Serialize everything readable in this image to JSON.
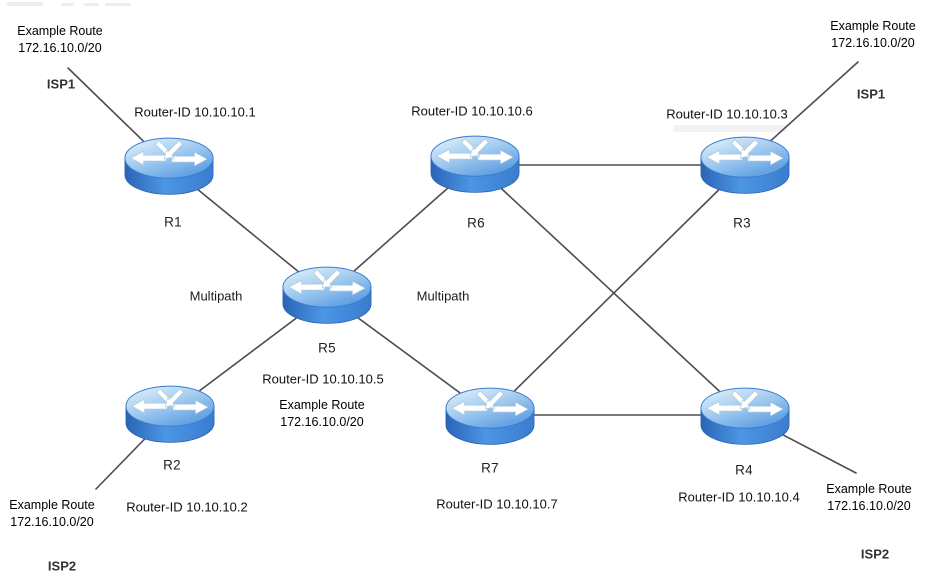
{
  "diagram_type": "bgp-multipath-network-topology",
  "routers": [
    {
      "name": "R1",
      "router_id": "Router-ID 10.10.10.1"
    },
    {
      "name": "R2",
      "router_id": "Router-ID 10.10.10.2"
    },
    {
      "name": "R3",
      "router_id": "Router-ID 10.10.10.3"
    },
    {
      "name": "R4",
      "router_id": "Router-ID 10.10.10.4"
    },
    {
      "name": "R5",
      "router_id": "Router-ID 10.10.10.5"
    },
    {
      "name": "R6",
      "router_id": "Router-ID 10.10.10.6"
    },
    {
      "name": "R7",
      "router_id": "Router-ID 10.10.10.7"
    }
  ],
  "r5_announcement": {
    "line1": "Example Route",
    "line2": "172.16.10.0/20"
  },
  "multipath": {
    "left": "Multipath",
    "right": "Multipath"
  },
  "corners": {
    "top_left": {
      "route_line1": "Example Route",
      "route_line2": "172.16.10.0/20",
      "isp": "ISP1"
    },
    "top_right": {
      "route_line1": "Example Route",
      "route_line2": "172.16.10.0/20",
      "isp": "ISP1"
    },
    "bottom_left": {
      "route_line1": "Example Route",
      "route_line2": "172.16.10.0/20",
      "isp": "ISP2"
    },
    "bottom_right": {
      "route_line1": "Example Route",
      "route_line2": "172.16.10.0/20",
      "isp": "ISP2"
    }
  },
  "links": [
    "ISP1-R1",
    "R1-R5",
    "R5-R6",
    "R5-R2",
    "R5-R7",
    "R6-R3",
    "R6-R4",
    "R3-R7",
    "R7-R4",
    "R3-ISP1",
    "R2-ISP2",
    "R4-ISP2"
  ],
  "colors": {
    "link": "#4d4d4d",
    "router_body": "#2e6fc2",
    "router_body_light": "#5aa0e8",
    "router_top": "#bcdcf5",
    "text": "#000000",
    "background": "#ffffff"
  }
}
